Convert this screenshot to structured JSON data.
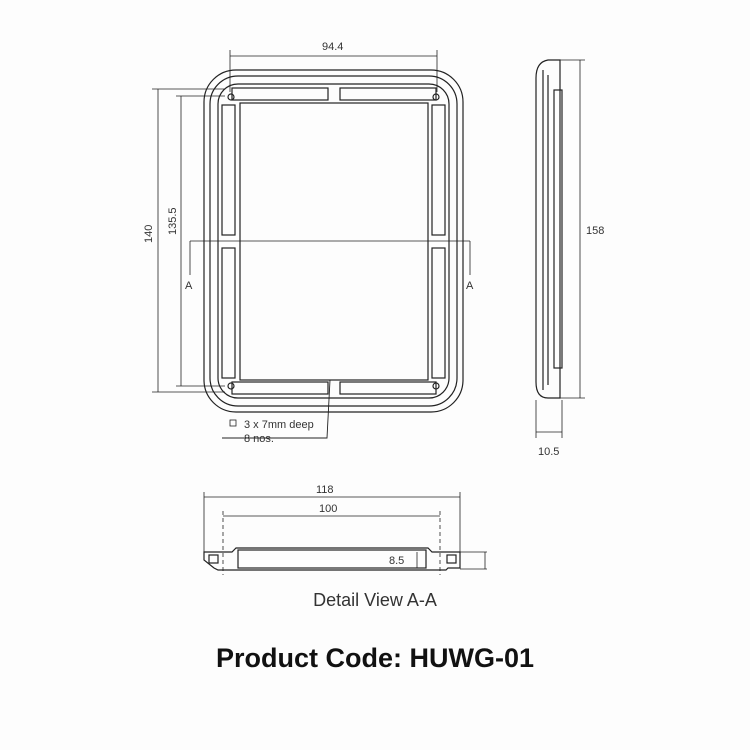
{
  "front_view": {
    "width_dim": "94.4",
    "outer_height_dim": "140",
    "inner_height_dim": "135.5",
    "section_mark_left": "A",
    "section_mark_right": "A",
    "note_line1": "3 x 7mm deep",
    "note_line2": "8 nos."
  },
  "side_view": {
    "height_dim": "158",
    "depth_dim": "10.5"
  },
  "detail_view": {
    "outer_width_dim": "118",
    "inner_width_dim": "100",
    "depth_dim": "8.5",
    "caption": "Detail View A-A"
  },
  "product_code": "Product Code: HUWG-01"
}
